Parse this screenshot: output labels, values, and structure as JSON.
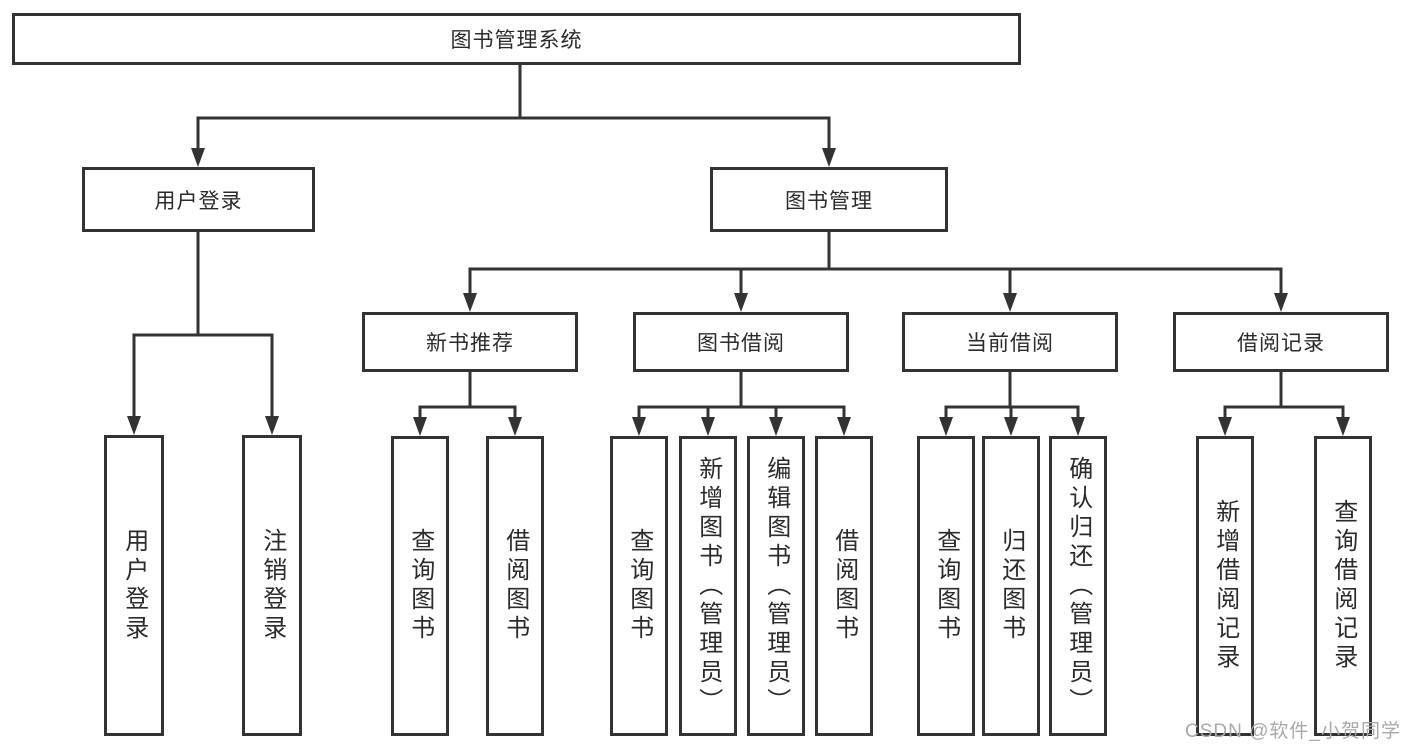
{
  "diagram": {
    "type": "hierarchy-tree",
    "root": {
      "label": "图书管理系统",
      "children": [
        {
          "label": "用户登录",
          "children": [
            {
              "label": "用户登录"
            },
            {
              "label": "注销登录"
            }
          ]
        },
        {
          "label": "图书管理",
          "children": [
            {
              "label": "新书推荐",
              "children": [
                {
                  "label": "查询图书"
                },
                {
                  "label": "借阅图书"
                }
              ]
            },
            {
              "label": "图书借阅",
              "children": [
                {
                  "label": "查询图书"
                },
                {
                  "label": "新增图书（管理员）"
                },
                {
                  "label": "编辑图书（管理员）"
                },
                {
                  "label": "借阅图书"
                }
              ]
            },
            {
              "label": "当前借阅",
              "children": [
                {
                  "label": "查询图书"
                },
                {
                  "label": "归还图书"
                },
                {
                  "label": "确认归还（管理员）"
                }
              ]
            },
            {
              "label": "借阅记录",
              "children": [
                {
                  "label": "新增借阅记录"
                },
                {
                  "label": "查询借阅记录"
                }
              ]
            }
          ]
        }
      ]
    },
    "watermark": "CSDN @软件_小贺同学",
    "colors": {
      "line": "#333333",
      "box_border": "#333333",
      "box_fill": "#ffffff",
      "text": "#2b2b2b",
      "watermark": "#a9a9a9",
      "background": "#ffffff"
    }
  }
}
